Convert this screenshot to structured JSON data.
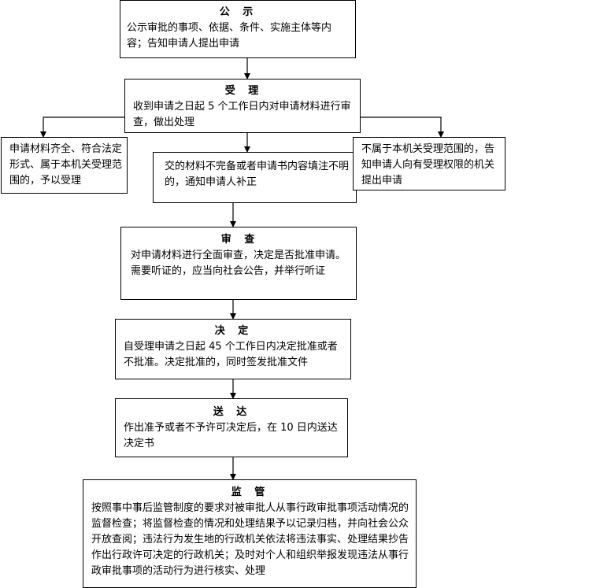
{
  "boxes": {
    "publicity": {
      "title": "公  示",
      "body": "公示审批的事项、依据、条件、实施主体等内容；告知申请人提出申请"
    },
    "acceptance": {
      "title": "受  理",
      "body": "收到申请之日起 5 个工作日内对申请材料进行审查，做出处理"
    },
    "accept_left": {
      "body": "申请材料齐全、符合法定形式、属于本机关受理范围的，予以受理"
    },
    "supplement": {
      "body": "交的材料不完备或者申请书内容填注不明的，通知申请人补正"
    },
    "reject_right": {
      "body": "不属于本机关受理范围的，告知申请人向有受理权限的机关提出申请"
    },
    "review": {
      "title": "审  查",
      "body": "对申请材料进行全面审查，决定是否批准申请。需要听证的，应当向社会公告，并举行听证"
    },
    "decision": {
      "title": "决  定",
      "body": "自受理申请之日起  45 个工作日内决定批准或者不批准。决定批准的，同时签发批准文件"
    },
    "delivery": {
      "title": "送  达",
      "body": "作出准予或者不予许可决定后，在 10 日内送达决定书"
    },
    "supervision": {
      "title": "监  管",
      "body": "按照事中事后监管制度的要求对被审批人从事行政审批事项活动情况的监督检查；将监督检查的情况和处理结果予以记录归档，并向社会公众开放查阅；违法行为发生地的行政机关依法将违法事实、处理结果抄告作出行政许可决定的行政机关；及时对个人和组织举报发现违法从事行政审批事项的活动行为进行核实、处理"
    }
  }
}
